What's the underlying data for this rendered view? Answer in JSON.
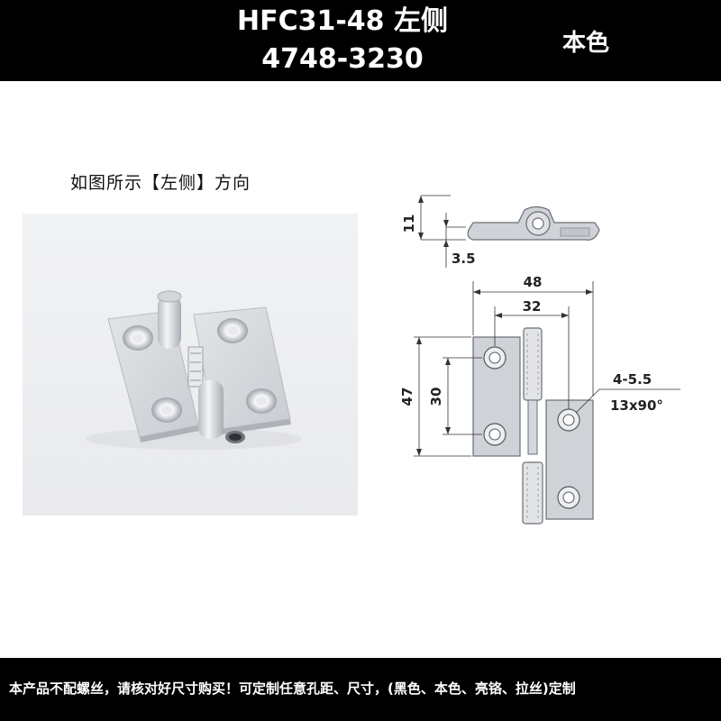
{
  "header": {
    "title_line1": "HFC31-48  左侧",
    "title_line2": "4748-3230",
    "color_label": "本色",
    "background": "#000000",
    "text_color": "#ffffff"
  },
  "caption": "如图所示【左侧】方向",
  "drawing": {
    "dim_height_side": "11",
    "dim_thickness": "3.5",
    "dim_width_total": "48",
    "dim_width_inner": "32",
    "dim_height_total": "47",
    "dim_hole_spacing": "30",
    "hole_spec_line1": "4-5.5",
    "hole_spec_line2": "13x90°"
  },
  "footer": {
    "text": "本产品不配螺丝，请核对好尺寸购买！可定制任意孔距、尺寸，(黑色、本色、亮铬、拉丝)定制"
  }
}
